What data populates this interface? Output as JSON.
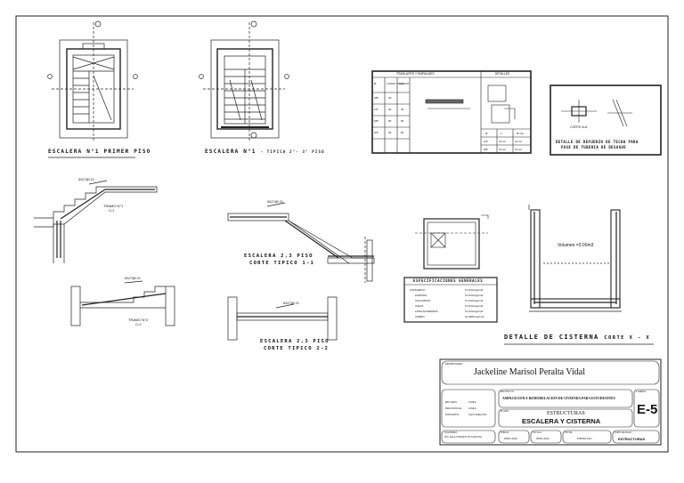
{
  "titles": {
    "escalera_1_primer_piso": "ESCALERA N°1 PRIMER PISO",
    "escalera_1_tipica": "ESCALERA N°1",
    "escalera_1_tipica_sub": "- TIPICA 2°- 3° PISO",
    "tramo_1": "TRAMO N°1",
    "tramo_1_sub": "C=1",
    "tramo_2": "TRAMO N°2",
    "tramo_2_sub": "C=2",
    "escalera_23_corte11_a": "ESCALERA 2,3 PISO",
    "escalera_23_corte11_b": "CORTE TIPICO 1-1",
    "escalera_23_corte22_a": "ESCALERA 2,3 PISO",
    "escalera_23_corte22_b": "CORTE TIPICO 2-2",
    "detalle_cisterna": "DETALLE DE CISTERNA",
    "detalle_cisterna_sub": "CORTE X - X",
    "volumen": "Volumen =3.00m3",
    "especificaciones": "ESPECIFICACIONES GENERALES",
    "detalle_techo": "DETALLE DE REFUERZO DE TECHO PARA",
    "detalle_techo_b": "PASE DE TUBERIA DE DESAGUE",
    "corte_a": "CORTE A-A",
    "traslapes_title": "TRASLAPES Y EMPALMES",
    "detalle_small": "DETALLES",
    "bar_label": "Ø1/2\"@0.20"
  },
  "tables": {
    "traslapes_rows": [
      [
        "Ø",
        "LOSAS VIGAS",
        "COLUM"
      ],
      [
        "3/8\"",
        "30",
        ""
      ],
      [
        "1/2\"",
        "40",
        "40"
      ],
      [
        "5/8\"",
        "50",
        "50"
      ],
      [
        "3/4\"",
        "60",
        "60"
      ]
    ],
    "side_rows": [
      [
        "Ø",
        "L",
        "Ø min"
      ],
      [
        "1/2\"",
        "10 cm",
        "12 cm"
      ],
      [
        "5/8\"",
        "15 cm",
        "15 cm"
      ]
    ],
    "spec_rows": [
      [
        "CONCRETO",
        "f'c=210 kg/cm2"
      ],
      [
        "ZAPATAS",
        "f'c=210 kg/cm2"
      ],
      [
        "COLUMNAS",
        "f'c=210 kg/cm2"
      ],
      [
        "VIGAS",
        "f'c=210 kg/cm2"
      ],
      [
        "LOSA ALIGERADA",
        "f'c=210 kg/cm2"
      ],
      [
        "ACERO",
        "fy=4200 kg/cm2"
      ]
    ]
  },
  "title_block": {
    "propietario_label": "PROPIETARIO",
    "propietario": "Jackeline Marisol Peralta Vidal",
    "region_label": "REGION",
    "region": "LIMA",
    "provincia_label": "PROVINCIA",
    "provincia": "LIMA",
    "distrito_label": "DISTRITO",
    "distrito": "SAN MIGUEL",
    "proyecto_label": "PROYECTO",
    "proyecto": "AMPLIACION Y REMODELACION DE VIVIENDA PARA ESTUDIANTES",
    "plano_label": "PLANO",
    "plano_a": "ESTRUCTURAS",
    "plano_b": "ESCALERA Y CISTERNA",
    "lamina_label": "LAMINA",
    "lamina": "E-5",
    "especialidad_label": "ESPECIALIDAD",
    "especialidad": "ESTRUCTURAS",
    "dibujo_label": "DIBUJO",
    "escala_label": "ESCALA",
    "fecha_label": "FECHA",
    "ing_label": "INGENIERO",
    "ing_text": "ING. RAUL ENRIQUE VILLANUEVA",
    "dibujo": "INDICADO",
    "escala": "INDICADA",
    "fecha": "ENERO 2021"
  }
}
